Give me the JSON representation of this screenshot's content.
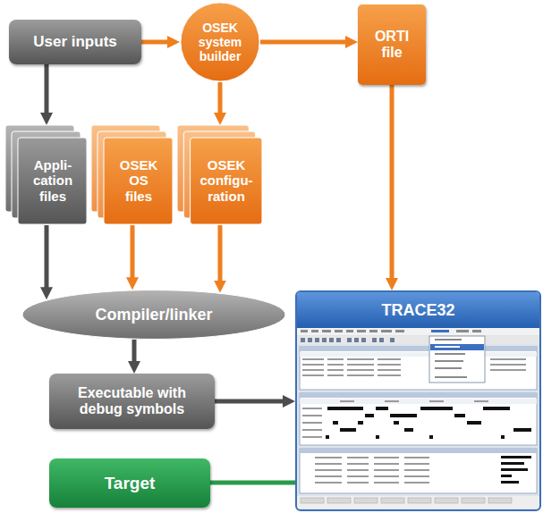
{
  "diagram": {
    "nodes": [
      {
        "text": [
          "User inputs"
        ]
      },
      {
        "text": [
          "OSEK system builder"
        ]
      },
      {
        "text": [
          "ORTI file"
        ]
      },
      {
        "text": [
          "Appli- cation files"
        ]
      },
      {
        "text": [
          "OSEK OS files"
        ]
      },
      {
        "text": [
          "OSEK configu- ration"
        ]
      },
      {
        "text": [
          "Compiler/linker"
        ]
      },
      {
        "text": [
          "Executable with debug symbols"
        ]
      },
      {
        "text": [
          "TRACE32"
        ]
      },
      {
        "text": [
          "Target"
        ]
      }
    ],
    "edges": [
      {
        "from": 0,
        "to": 1,
        "arrow": "to"
      },
      {
        "from": 1,
        "to": 2,
        "arrow": "to"
      },
      {
        "from": 0,
        "to": 3,
        "arrow": "to"
      },
      {
        "from": 1,
        "to": 5,
        "arrow": "to"
      },
      {
        "from": 2,
        "to": 8,
        "arrow": "to"
      },
      {
        "from": 3,
        "to": 6,
        "arrow": "to"
      },
      {
        "from": 4,
        "to": 6,
        "arrow": "to"
      },
      {
        "from": 5,
        "to": 6,
        "arrow": "to"
      },
      {
        "from": 6,
        "to": 7,
        "arrow": "to"
      },
      {
        "from": 7,
        "to": 8,
        "arrow": "to"
      },
      {
        "from": 9,
        "to": 8,
        "arrow": "none"
      }
    ]
  }
}
